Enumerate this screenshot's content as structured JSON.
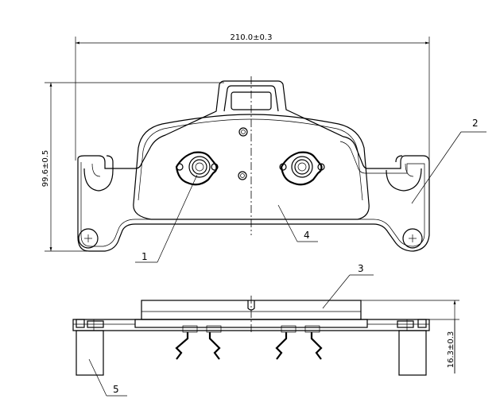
{
  "dimensions": {
    "width": "210.0±0.3",
    "height": "99.6±0.5",
    "thickness": "16.3±0.3"
  },
  "callouts": [
    "1",
    "2",
    "3",
    "4",
    "5"
  ]
}
